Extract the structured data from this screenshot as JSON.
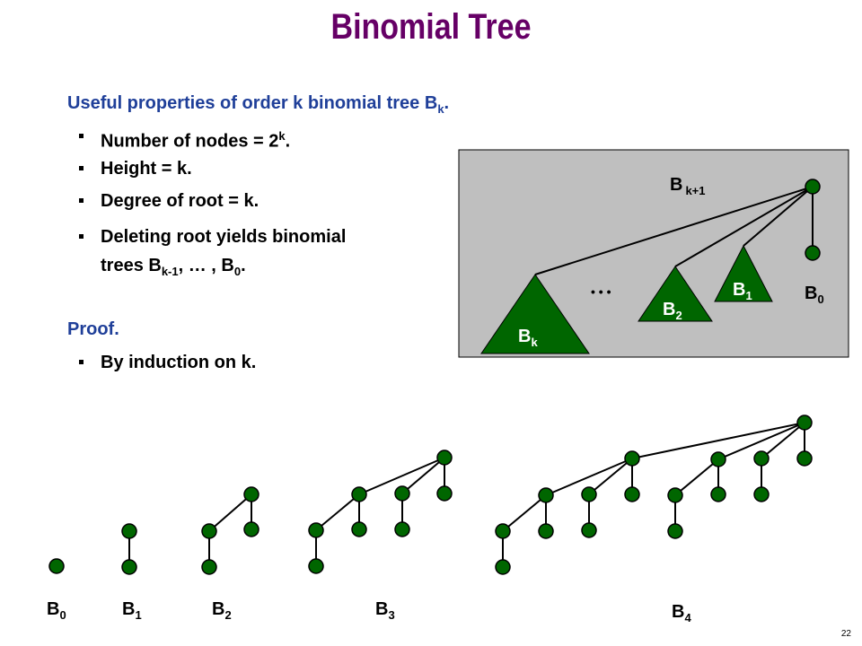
{
  "title": "Binomial Tree",
  "properties_heading": "Useful properties of order k binomial tree B",
  "properties_heading_sub": "k",
  "bullets": [
    {
      "text": "Number of nodes = 2",
      "sup": "k",
      "end": "."
    },
    {
      "text": "Height = k."
    },
    {
      "text": "Degree of root = k."
    },
    {
      "text": "Deleting root yields binomial",
      "line2_prefix": "trees B",
      "sub1": "k-1",
      "mid": ", … , B",
      "sub2": "0",
      "end": "."
    }
  ],
  "proof_heading": "Proof.",
  "proof_bullet": "By induction on k.",
  "diagram": {
    "root_label": "B",
    "root_sub": "k+1",
    "subtrees": [
      {
        "label": "B",
        "sub": "k"
      },
      {
        "label": "B",
        "sub": "2"
      },
      {
        "label": "B",
        "sub": "1"
      },
      {
        "label": "B",
        "sub": "0"
      }
    ],
    "ellipsis": "• • •",
    "bg_color": "#bfbfbf",
    "node_color": "#006600"
  },
  "tree_labels": [
    {
      "label": "B",
      "sub": "0"
    },
    {
      "label": "B",
      "sub": "1"
    },
    {
      "label": "B",
      "sub": "2"
    },
    {
      "label": "B",
      "sub": "3"
    },
    {
      "label": "B",
      "sub": "4"
    }
  ],
  "page_number": "22"
}
